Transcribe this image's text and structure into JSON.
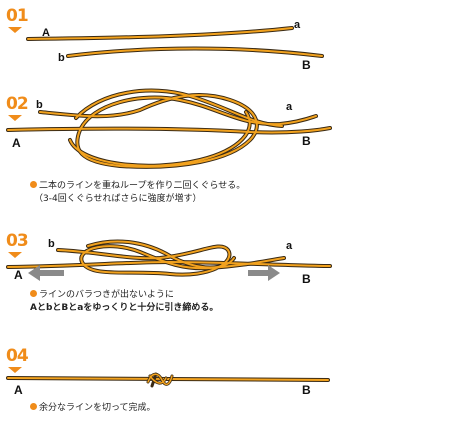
{
  "steps": [
    {
      "number": "01"
    },
    {
      "number": "02",
      "note_line1": "二本のラインを重ねループを作り二回くぐらせる。",
      "note_line2": "（3-4回くぐらせればさらに強度が増す）"
    },
    {
      "number": "03",
      "note_line1": "ラインのバラつきが出ないように",
      "note_line2": "AとbとBとaをゆっくりと十分に引き締める。"
    },
    {
      "number": "04",
      "note_line1": "余分なラインを切って完成。"
    }
  ],
  "labels": {
    "A": "A",
    "B": "B",
    "a": "a",
    "b": "b"
  },
  "colors": {
    "accent": "#f08c1a",
    "line_dark": "#3a2a14",
    "line_light": "#f2a21e",
    "arrow_gray": "#8a8a8a"
  }
}
